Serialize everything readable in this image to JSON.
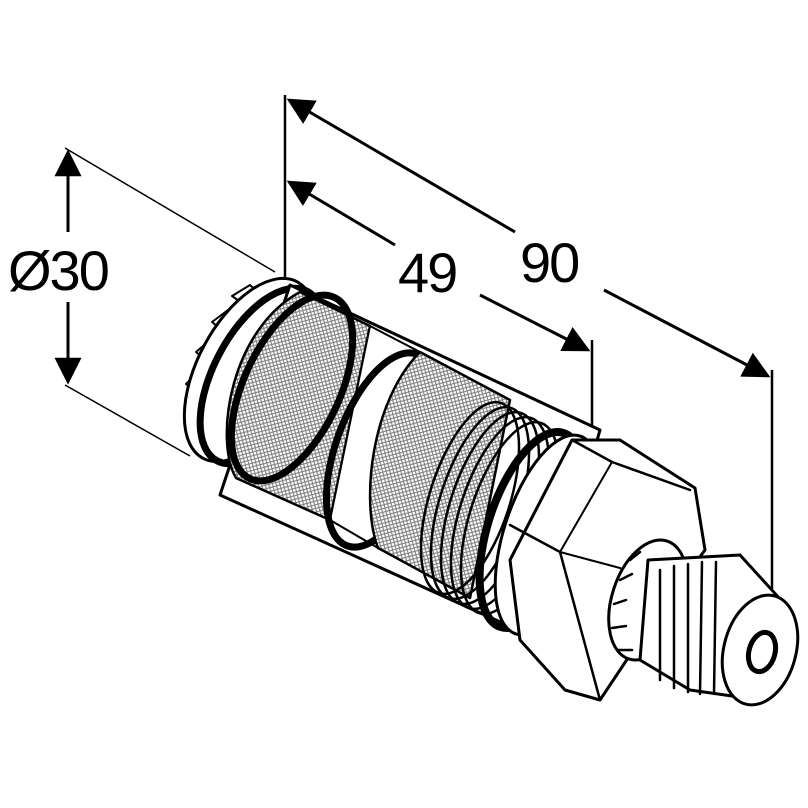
{
  "dimensions": {
    "diameter": "Ø30",
    "inner_length": "49",
    "total_length": "90"
  },
  "colors": {
    "line": "#000000",
    "background": "#ffffff",
    "filter_mesh": "#8a8a8a",
    "seal": "#000000"
  }
}
